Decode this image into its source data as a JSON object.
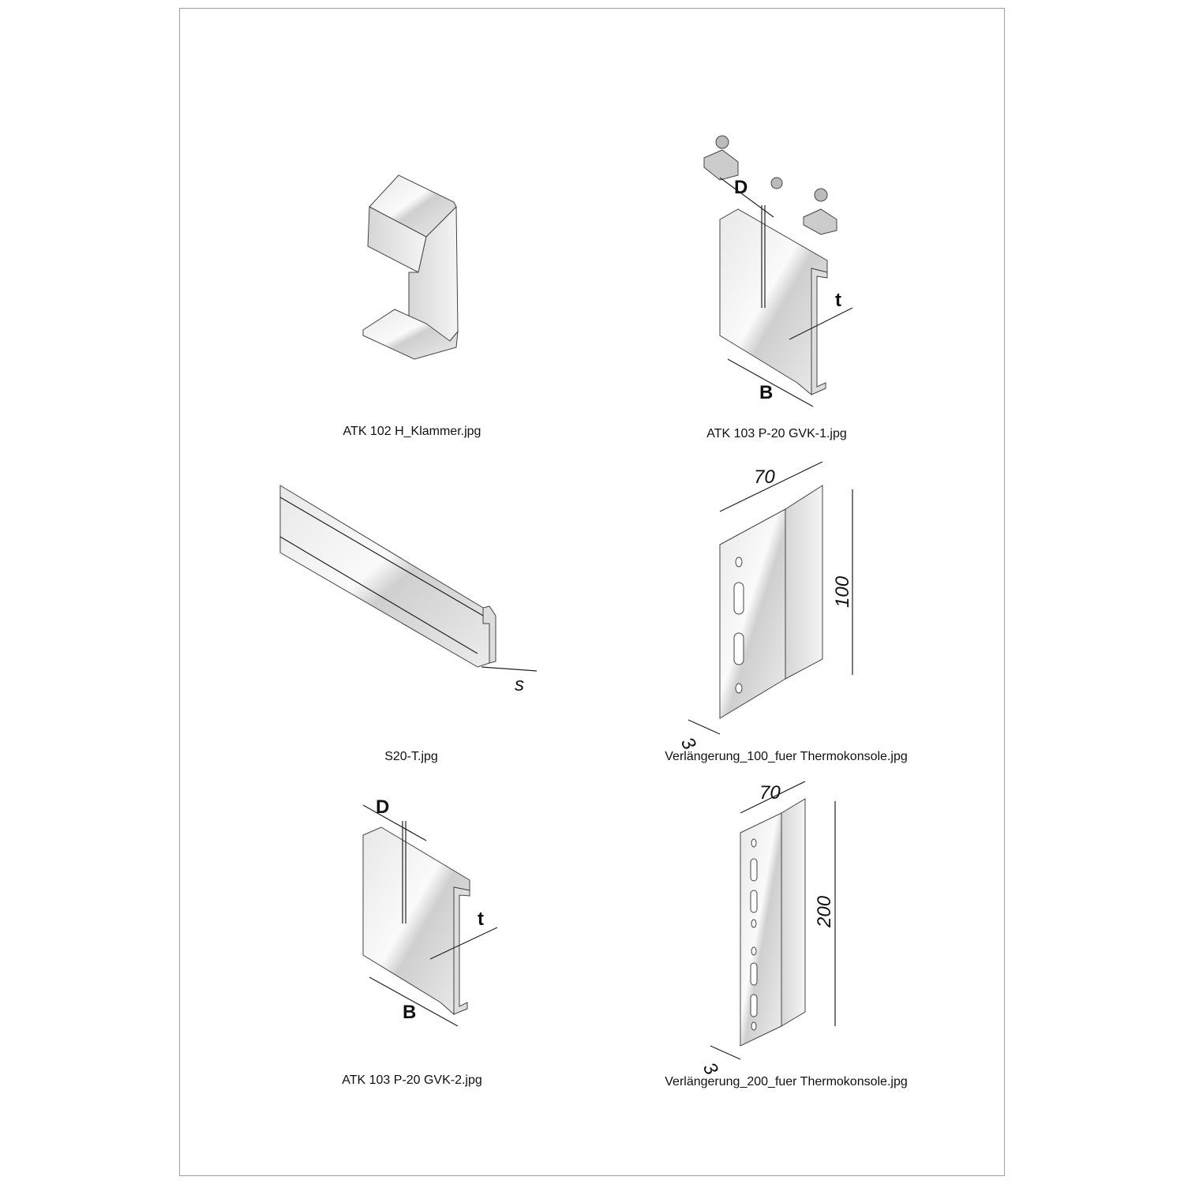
{
  "items": [
    {
      "caption": "ATK 102 H_Klammer.jpg"
    },
    {
      "caption": "ATK 103 P-20 GVK-1.jpg",
      "dims": {
        "d": "D",
        "t": "t",
        "b": "B"
      }
    },
    {
      "caption": "S20-T.jpg",
      "dims": {
        "s": "s"
      }
    },
    {
      "caption": "Verlängerung_100_fuer Thermokonsole.jpg",
      "dims": {
        "w": "70",
        "h": "100",
        "t": "3"
      }
    },
    {
      "caption": "ATK 103 P-20 GVK-2.jpg",
      "dims": {
        "d": "D",
        "t": "t",
        "b": "B"
      }
    },
    {
      "caption": "Verlängerung_200_fuer Thermokonsole.jpg",
      "dims": {
        "w": "70",
        "h": "200",
        "t": "3"
      }
    }
  ]
}
